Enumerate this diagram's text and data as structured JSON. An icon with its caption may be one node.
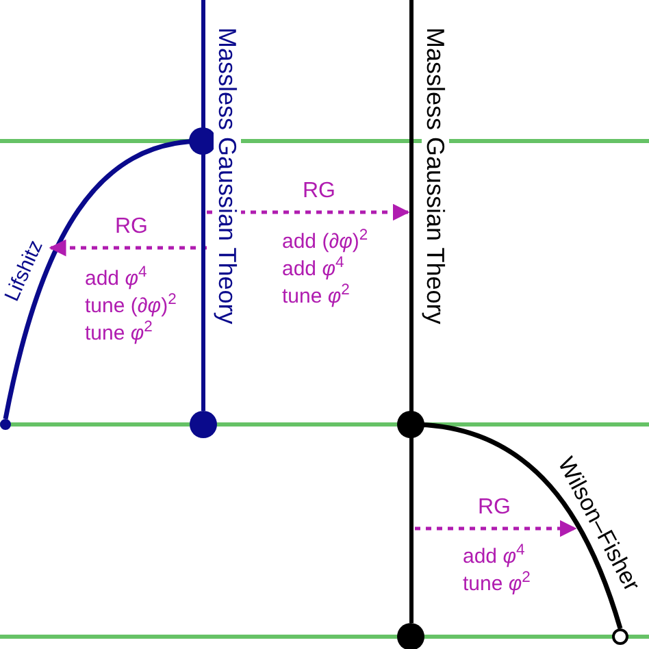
{
  "diagram": {
    "nodes": [
      {
        "text": [
          "Massless Gaussian Theory"
        ]
      },
      {
        "text": [
          "Massless Gaussian Theory"
        ]
      },
      {
        "text": [],
        "shape": "circle"
      },
      {
        "text": [],
        "shape": "circle"
      }
    ],
    "edges": [
      {
        "from": 0,
        "to": 2,
        "arrow": "other",
        "label": "Lifshitz",
        "color": "#0a0a8c"
      },
      {
        "from": 0,
        "to": null,
        "arrow": "to",
        "label": "RG",
        "style": "dashed"
      },
      {
        "from": 0,
        "to": 1,
        "arrow": "to",
        "label": "RG",
        "style": "dashed"
      },
      {
        "from": 1,
        "to": 3,
        "arrow": "other",
        "label": "Wilson–Fisher",
        "color": "#000000"
      },
      {
        "from": 1,
        "to": null,
        "arrow": "to",
        "label": "RG",
        "style": "dashed"
      }
    ],
    "labels": [
      "add *φ*$^{4}$",
      "tune (∂*φ*)$^{2}$",
      "tune *φ*$^{2}$",
      "add (∂*φ*)$^{2}$",
      "add *φ*$^{4}$",
      "tune *φ*$^{2}$",
      "add *φ*$^{4}$",
      "tune *φ*$^{2}$"
    ]
  }
}
